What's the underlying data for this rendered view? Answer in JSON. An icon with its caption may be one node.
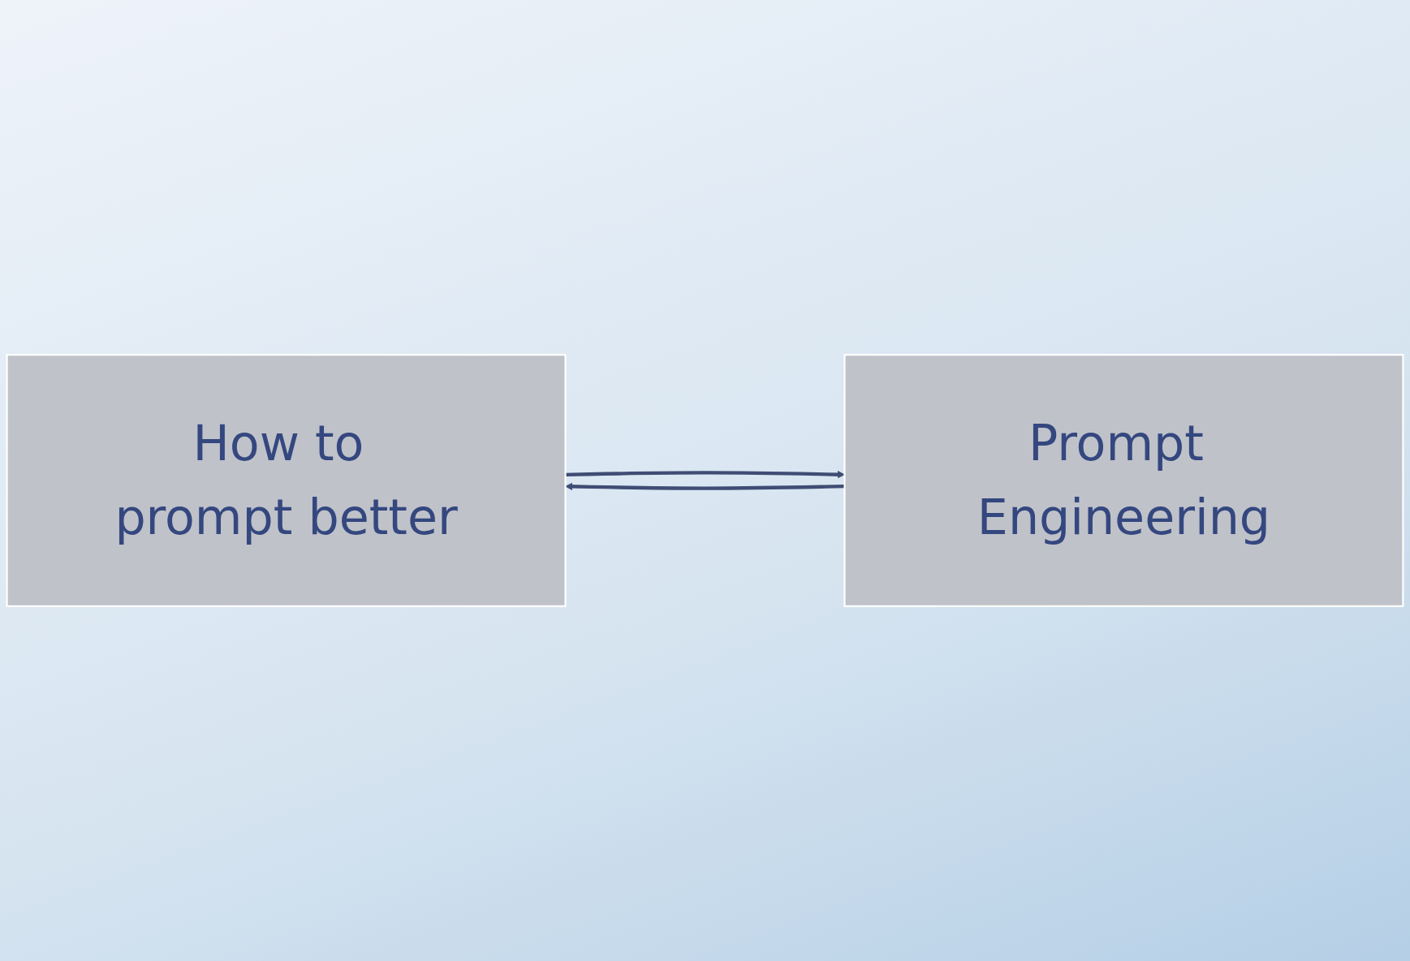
{
  "diagram": {
    "nodes": [
      {
        "text": [
          "How to prompt better"
        ]
      },
      {
        "text": [
          "Prompt Engineering"
        ]
      }
    ],
    "edges": [
      {
        "from": 0,
        "to": 1,
        "arrow": "to"
      },
      {
        "from": 1,
        "to": 0,
        "arrow": "to"
      }
    ]
  }
}
